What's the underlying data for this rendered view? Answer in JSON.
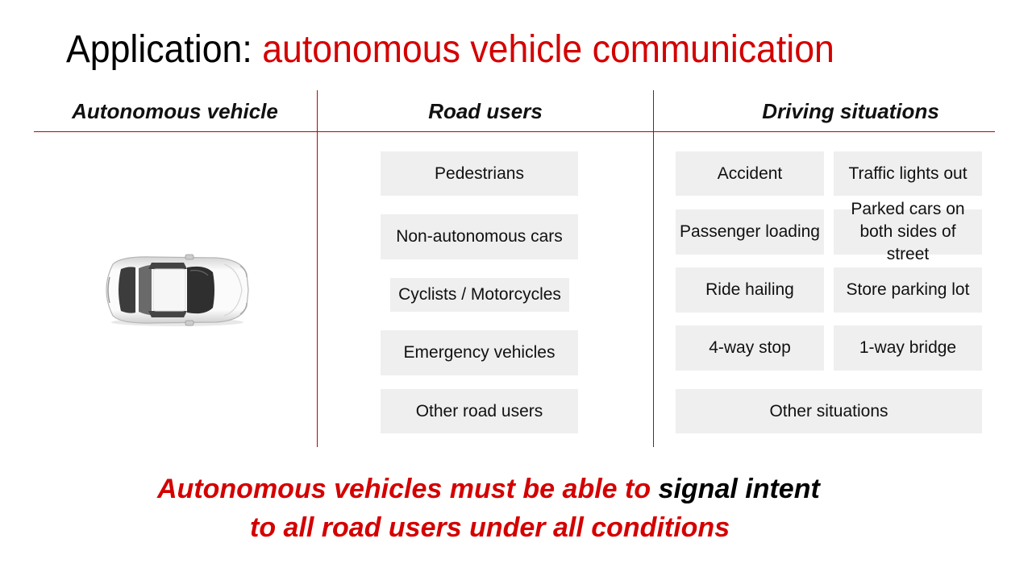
{
  "title": {
    "prefix": "Application:",
    "highlight": "autonomous vehicle communication"
  },
  "columns": {
    "vehicle": "Autonomous vehicle",
    "road_users": "Road users",
    "situations": "Driving situations"
  },
  "road_users": [
    "Pedestrians",
    "Non-autonomous  cars",
    "Cyclists / Motorcycles",
    "Emergency vehicles",
    "Other road users"
  ],
  "situations": [
    "Accident",
    "Traffic lights out",
    "Passenger loading",
    "Parked cars on both sides of street",
    "Ride hailing",
    "Store parking lot",
    "4-way stop",
    "1-way bridge",
    "Other situations"
  ],
  "footer": {
    "line1_red": "Autonomous vehicles must be able to",
    "line1_black": "signal intent",
    "line2": "to all road users under all conditions"
  },
  "colors": {
    "accent": "#d40000",
    "box": "#efefef"
  },
  "icons": {
    "vehicle": "car-top-view-icon"
  }
}
